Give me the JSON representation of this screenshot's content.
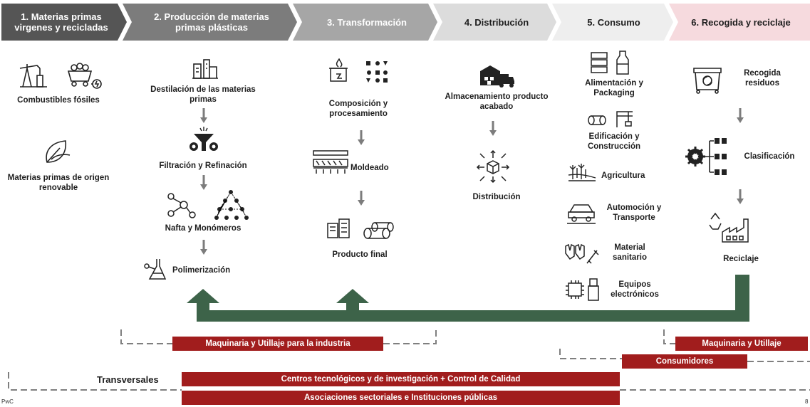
{
  "stages": [
    {
      "label": "1. Materias primas virgenes y recicladas"
    },
    {
      "label": "2. Producción de materias primas plásticas"
    },
    {
      "label": "3. Transformación"
    },
    {
      "label": "4. Distribución"
    },
    {
      "label": "5. Consumo"
    },
    {
      "label": "6. Recogida y reciclaje"
    }
  ],
  "col1": {
    "fossil": "Combustibles fósiles",
    "renewable": "Materias primas de origen renovable"
  },
  "col2": {
    "distill": "Destilación de las materias primas",
    "filter": "Filtración y Refinación",
    "naphtha": "Nafta y Monómeros",
    "poly": "Polimerización"
  },
  "col3": {
    "compose": "Composición y procesamiento",
    "mold": "Moldeado",
    "final": "Producto final"
  },
  "col4": {
    "storage": "Almacenamiento producto acabado",
    "dist": "Distribución"
  },
  "col5": {
    "food": "Alimentación y Packaging",
    "build": "Edificación y Construcción",
    "agri": "Agricultura",
    "auto": "Automoción y Transporte",
    "sanit": "Material sanitario",
    "elec": "Equipos electrónicos"
  },
  "col6": {
    "collect": "Recogida residuos",
    "classify": "Clasificación",
    "recycle": "Reciclaje"
  },
  "bars": {
    "machinery_industry": "Maquinaria y Utillaje para la industria",
    "machinery": "Maquinaria y Utillaje",
    "consumers": "Consumidores",
    "tech": "Centros tecnológicos y de investigación + Control de Calidad",
    "assoc": "Asociaciones sectoriales e Instituciones públicas"
  },
  "transversal_label": "Transversales",
  "footer": {
    "brand": "PwC",
    "page": "8"
  },
  "colors": {
    "stage1": "#555555",
    "stage2": "#7c7c7c",
    "stage3": "#a6a6a6",
    "stage4": "#dcdcdc",
    "stage5": "#eeeeee",
    "stage6": "#f6dade",
    "bar_red": "#a11d1d",
    "loop_green": "#3d6349"
  }
}
